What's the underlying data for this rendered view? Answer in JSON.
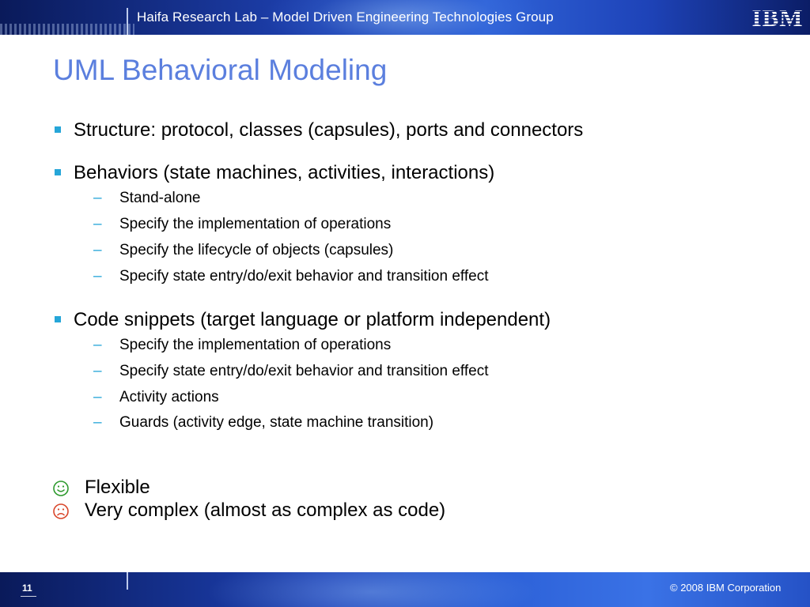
{
  "header": {
    "group_title": "Haifa Research Lab – Model Driven Engineering Technologies Group",
    "logo_text": "IBM"
  },
  "slide": {
    "title": "UML Behavioral Modeling",
    "bullets": [
      {
        "text": "Structure: protocol, classes (capsules), ports and connectors",
        "subitems": []
      },
      {
        "text": "Behaviors (state machines, activities, interactions)",
        "subitems": [
          "Stand-alone",
          "Specify the implementation of operations",
          "Specify the lifecycle of objects (capsules)",
          "Specify state entry/do/exit behavior and transition effect"
        ]
      },
      {
        "text": "Code snippets (target language or platform independent)",
        "subitems": [
          "Specify the implementation of operations",
          "Specify state entry/do/exit behavior and transition effect",
          "Activity actions",
          "Guards (activity edge, state machine transition)"
        ]
      }
    ],
    "evaluation": [
      {
        "icon": "smiley-happy-icon",
        "text": "Flexible",
        "color": "#2e9a2e"
      },
      {
        "icon": "smiley-sad-icon",
        "text": "Very complex (almost as complex as code)",
        "color": "#d9472b"
      }
    ]
  },
  "footer": {
    "page_number": "11",
    "copyright": "© 2008 IBM Corporation"
  },
  "colors": {
    "title": "#5b7fde",
    "bullet_marker": "#26a6d8",
    "band_dark": "#0a1a5a",
    "band_light": "#2f63d8"
  }
}
